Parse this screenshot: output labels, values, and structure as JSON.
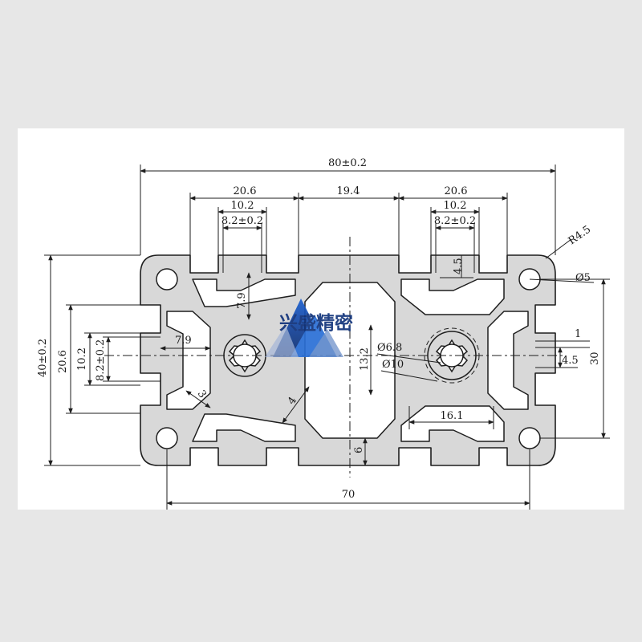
{
  "drawing": {
    "title": "",
    "dimensions": {
      "overall_width": "80±0.2",
      "overall_height": "40±0.2",
      "slot_width_outer_left": "20.6",
      "slot_width_mid_left": "10.2",
      "slot_width_inner_left": "8.2±0.2",
      "center_gap": "19.4",
      "slot_width_outer_right": "20.6",
      "slot_width_mid_right": "10.2",
      "slot_width_inner_right": "8.2±0.2",
      "corner_radius": "R4.5",
      "corner_hole": "Ø5",
      "hole_spacing_vertical": "30",
      "hole_spacing_horizontal": "70",
      "side_height_outer": "20.6",
      "side_height_mid": "10.2",
      "side_height_inner": "8.2±0.2",
      "slot_depth_top": "7.9",
      "slot_depth_side": "7.9",
      "center_height": "13.2",
      "bore_small": "Ø6.8",
      "bore_large": "Ø10",
      "right_lip": "1",
      "right_slot_depth": "4.5",
      "top_slot_depth": "4.5",
      "web_thickness_a": "3",
      "web_thickness_b": "4",
      "bottom_wall": "6",
      "center_width": "16.1"
    },
    "colors": {
      "profile_fill": "#d8d8d8",
      "line": "#1e1e1e",
      "background": "#ffffff"
    }
  },
  "watermark": {
    "text": "兴盛精密",
    "icon": "mountain-logo-icon"
  }
}
